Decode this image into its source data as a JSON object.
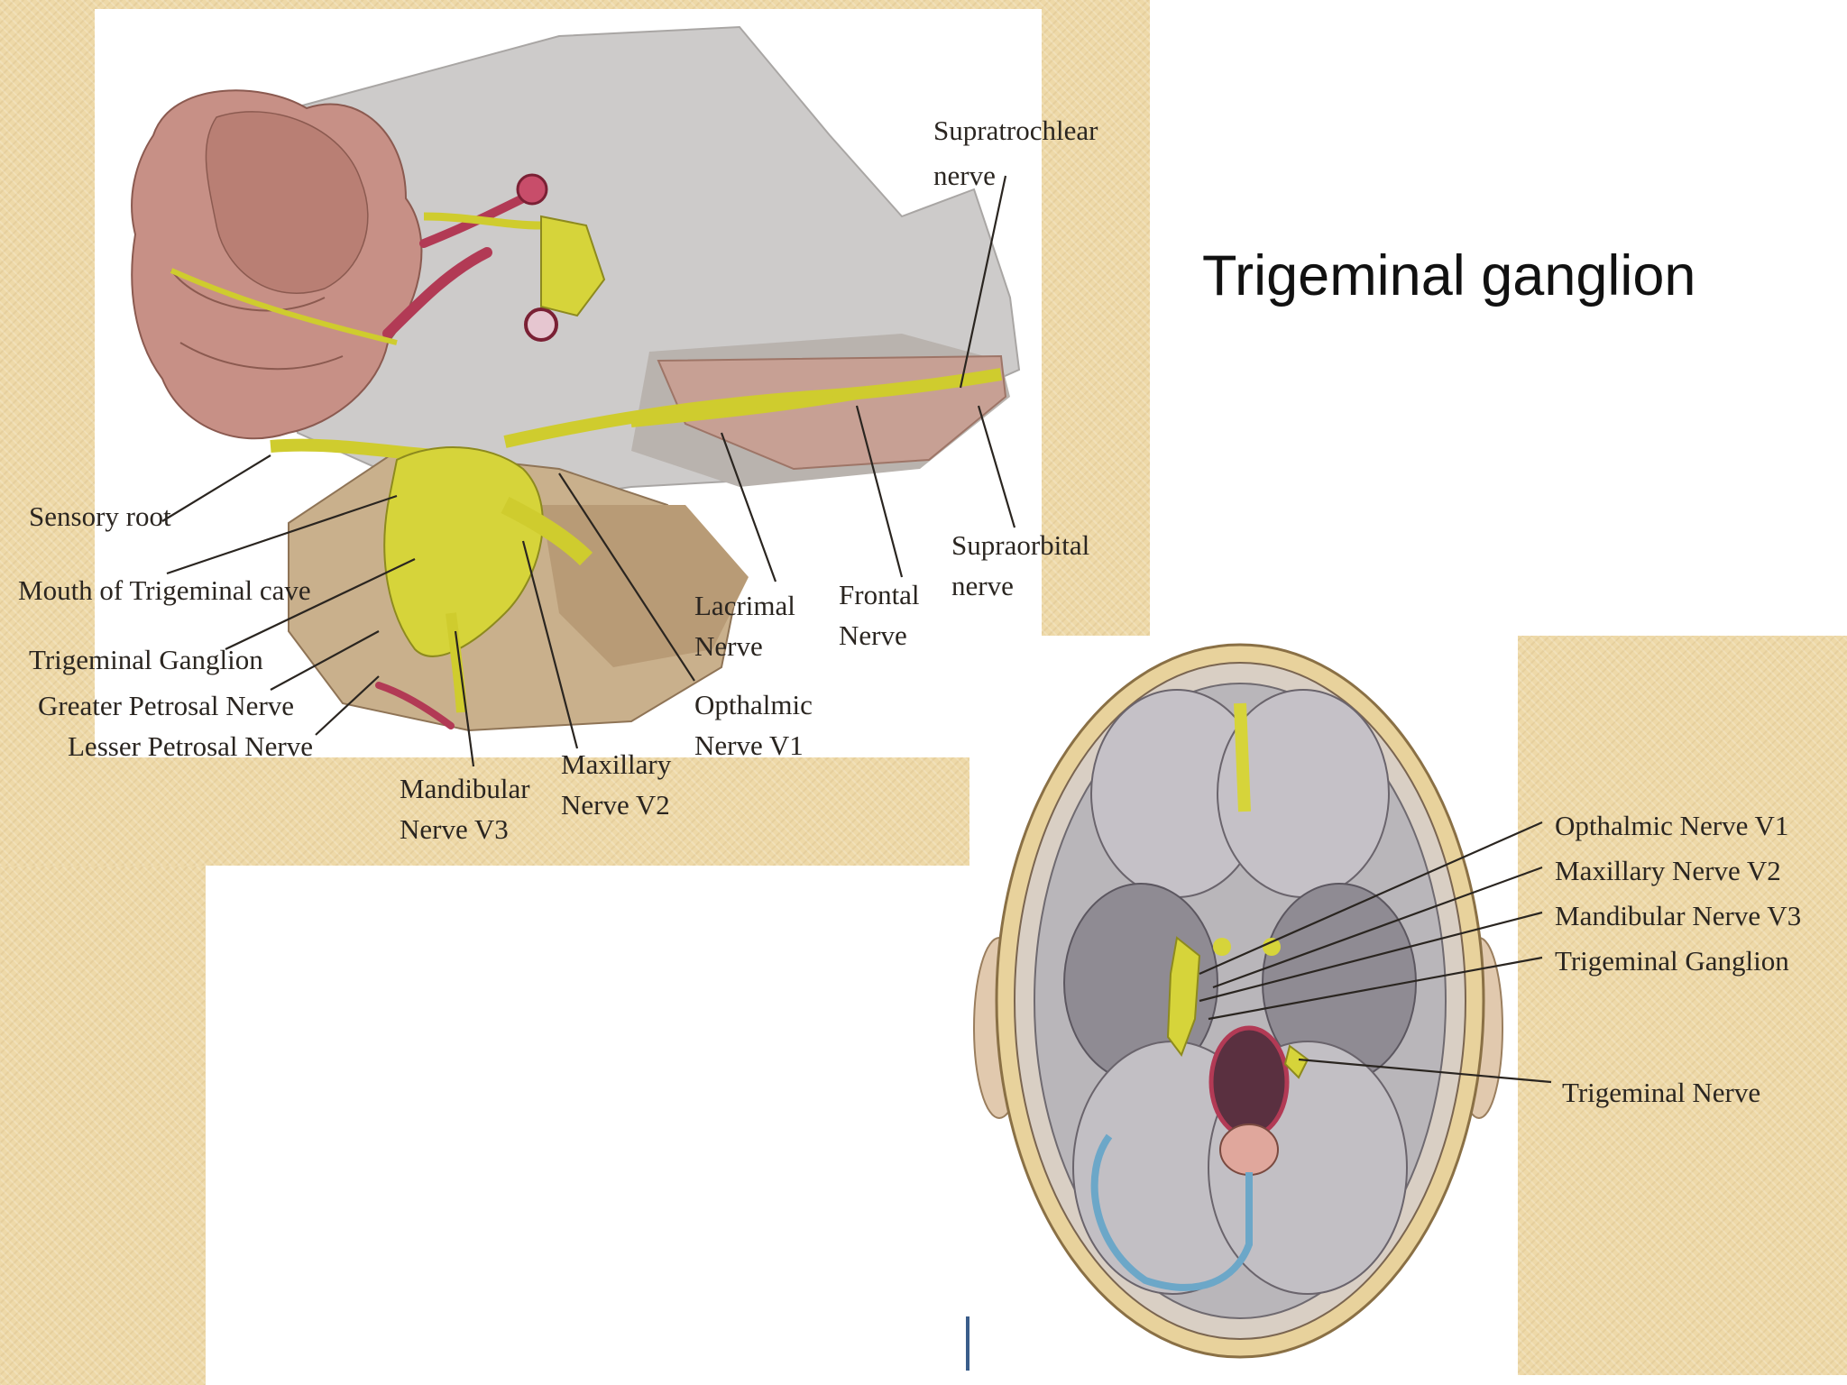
{
  "slide": {
    "title": "Trigeminal ganglion"
  },
  "figure_top": {
    "labels": {
      "supratrochlear_l1": "Supratrochlear",
      "supratrochlear_l2": "nerve",
      "supraorbital_l1": "Supraorbital",
      "supraorbital_l2": "nerve",
      "sensory_root": "Sensory root",
      "mouth_trigeminal_cave": "Mouth of Trigeminal cave",
      "trigeminal_ganglion": "Trigeminal Ganglion",
      "greater_petrosal": "Greater Petrosal Nerve",
      "lesser_petrosal": "Lesser Petrosal Nerve",
      "lacrimal_l1": "Lacrimal",
      "lacrimal_l2": "Nerve",
      "frontal_l1": "Frontal",
      "frontal_l2": "Nerve",
      "opthalmic_l1": "Opthalmic",
      "opthalmic_l2": "Nerve V1",
      "maxillary_l1": "Maxillary",
      "maxillary_l2": "Nerve V2",
      "mandibular_l1": "Mandibular",
      "mandibular_l2": "Nerve V3"
    }
  },
  "figure_bottom": {
    "labels": {
      "opthalmic": "Opthalmic Nerve V1",
      "maxillary": "Maxillary Nerve V2",
      "mandibular": "Mandibular Nerve V3",
      "ganglion": "Trigeminal Ganglion",
      "trigeminal_nerve": "Trigeminal Nerve"
    }
  },
  "colors": {
    "background_texture": "#eed9a8",
    "nerve_yellow": "#d6d43a",
    "dura_gray": "#c9c7c6",
    "artery_red": "#b23a55",
    "brain_pink": "#c79086",
    "bone_tan": "#c9b08c"
  }
}
